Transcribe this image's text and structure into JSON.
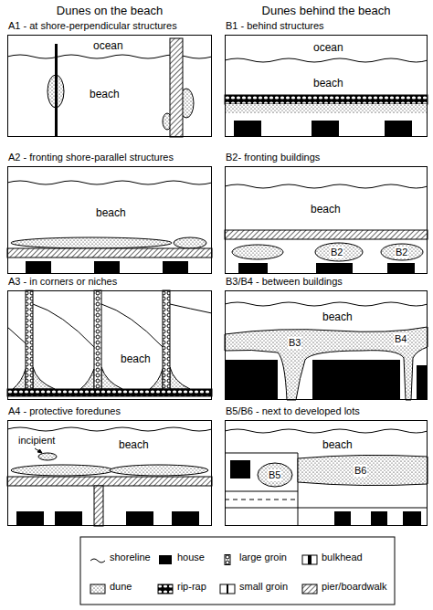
{
  "diagram": {
    "nodes": [
      {
        "text": [
          "A1 - at shore-perpendicular structures",
          "ocean",
          "beach"
        ]
      },
      {
        "text": [
          "A2 - fronting shore-parallel structures",
          "beach"
        ]
      },
      {
        "text": [
          "A3 - in corners or niches",
          "beach"
        ]
      },
      {
        "text": [
          "A4 - protective foredunes",
          "incipient",
          "beach"
        ]
      },
      {
        "text": [
          "B1 - behind structures",
          "ocean",
          "beach"
        ]
      },
      {
        "text": [
          "B2- fronting buildings",
          "beach",
          "B2",
          "B2"
        ]
      },
      {
        "text": [
          "B3/B4 - between buildings",
          "beach",
          "B3",
          "B4"
        ]
      },
      {
        "text": [
          "B5/B6 - next to developed lots",
          "beach",
          "B5",
          "B6"
        ]
      }
    ],
    "labels": [
      "Dunes on the beach",
      "Dunes behind the beach"
    ],
    "legend": [
      {
        "text": "shoreline"
      },
      {
        "text": "house",
        "color": "#000000"
      },
      {
        "text": "large groin"
      },
      {
        "text": "bulkhead"
      },
      {
        "text": "dune"
      },
      {
        "text": "rip-rap"
      },
      {
        "text": "small groin"
      },
      {
        "text": "pier/boardwalk"
      }
    ]
  }
}
